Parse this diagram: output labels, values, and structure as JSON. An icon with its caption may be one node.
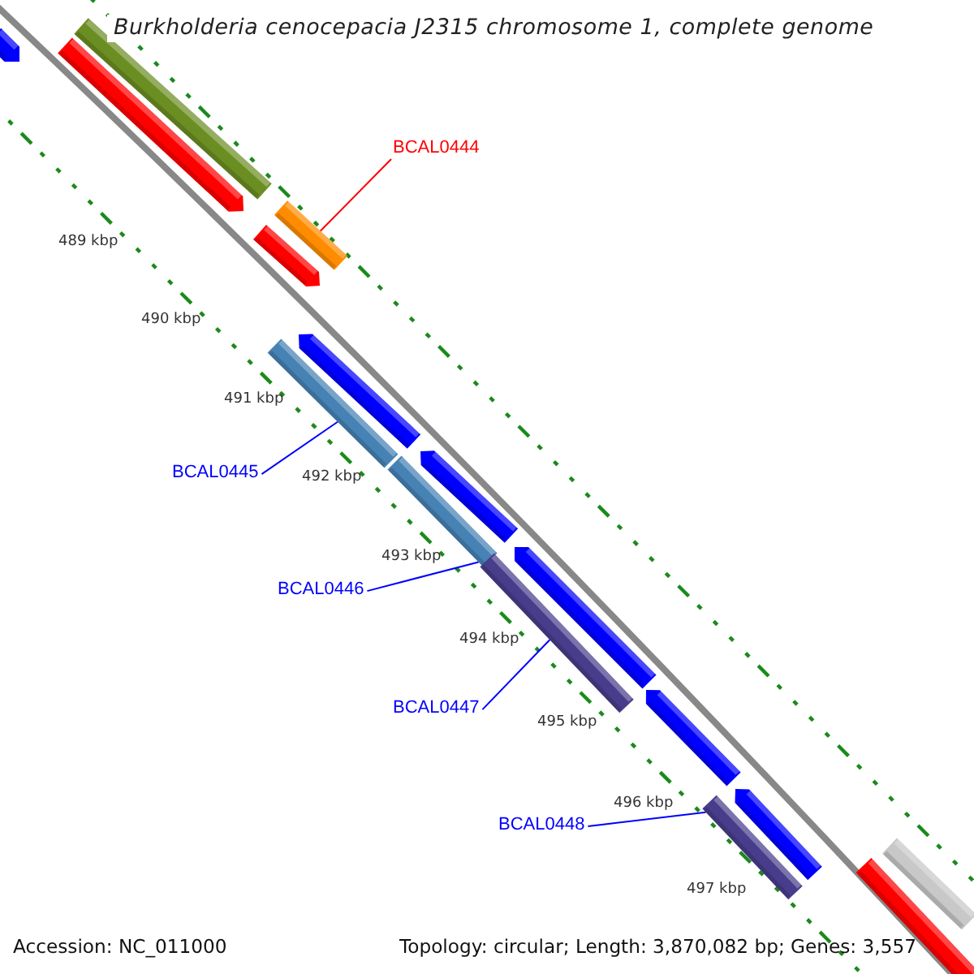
{
  "diagram": {
    "title": "Burkholderia cenocepacia J2315 chromosome 1, complete genome",
    "nodes": [
      {
        "text": [
          "BCAL0444"
        ]
      },
      {
        "text": [],
        "shape": "bar"
      },
      {
        "text": [
          "BCAL0445"
        ]
      },
      {
        "text": [],
        "shape": "bar"
      },
      {
        "text": [
          "BCAL0446"
        ]
      },
      {
        "text": [],
        "shape": "bar"
      },
      {
        "text": [
          "BCAL0447"
        ]
      },
      {
        "text": [],
        "shape": "bar"
      },
      {
        "text": [
          "BCAL0448"
        ]
      },
      {
        "text": [],
        "shape": "bar"
      },
      {
        "text": [],
        "shape": "bar"
      },
      {
        "text": [],
        "shape": "bar"
      },
      {
        "text": [],
        "shape": "bar"
      },
      {
        "text": [],
        "shape": "bar"
      },
      {
        "text": [],
        "shape": "bar"
      },
      {
        "text": [],
        "shape": "bar"
      },
      {
        "text": [],
        "shape": "bar"
      },
      {
        "text": [],
        "shape": "bar"
      },
      {
        "text": [],
        "shape": "bar"
      },
      {
        "text": [],
        "shape": "bar"
      },
      {
        "text": [],
        "shape": "bar"
      }
    ],
    "edges": [
      {
        "from": 0,
        "to": 1,
        "arrow": "none",
        "color": "#ff0000"
      },
      {
        "from": 2,
        "to": 3,
        "arrow": "none"
      },
      {
        "from": 4,
        "to": 5,
        "arrow": "none"
      },
      {
        "from": 6,
        "to": 7,
        "arrow": "none"
      },
      {
        "from": 8,
        "to": 9,
        "arrow": "none"
      }
    ],
    "labels": [
      "489 kbp",
      "490 kbp",
      "491 kbp",
      "492 kbp",
      "493 kbp",
      "494 kbp",
      "495 kbp",
      "496 kbp",
      "497 kbp",
      "Accession: NC_011000",
      "Topology: circular; Length: 3,870,082 bp; Genes: 3,557"
    ]
  }
}
